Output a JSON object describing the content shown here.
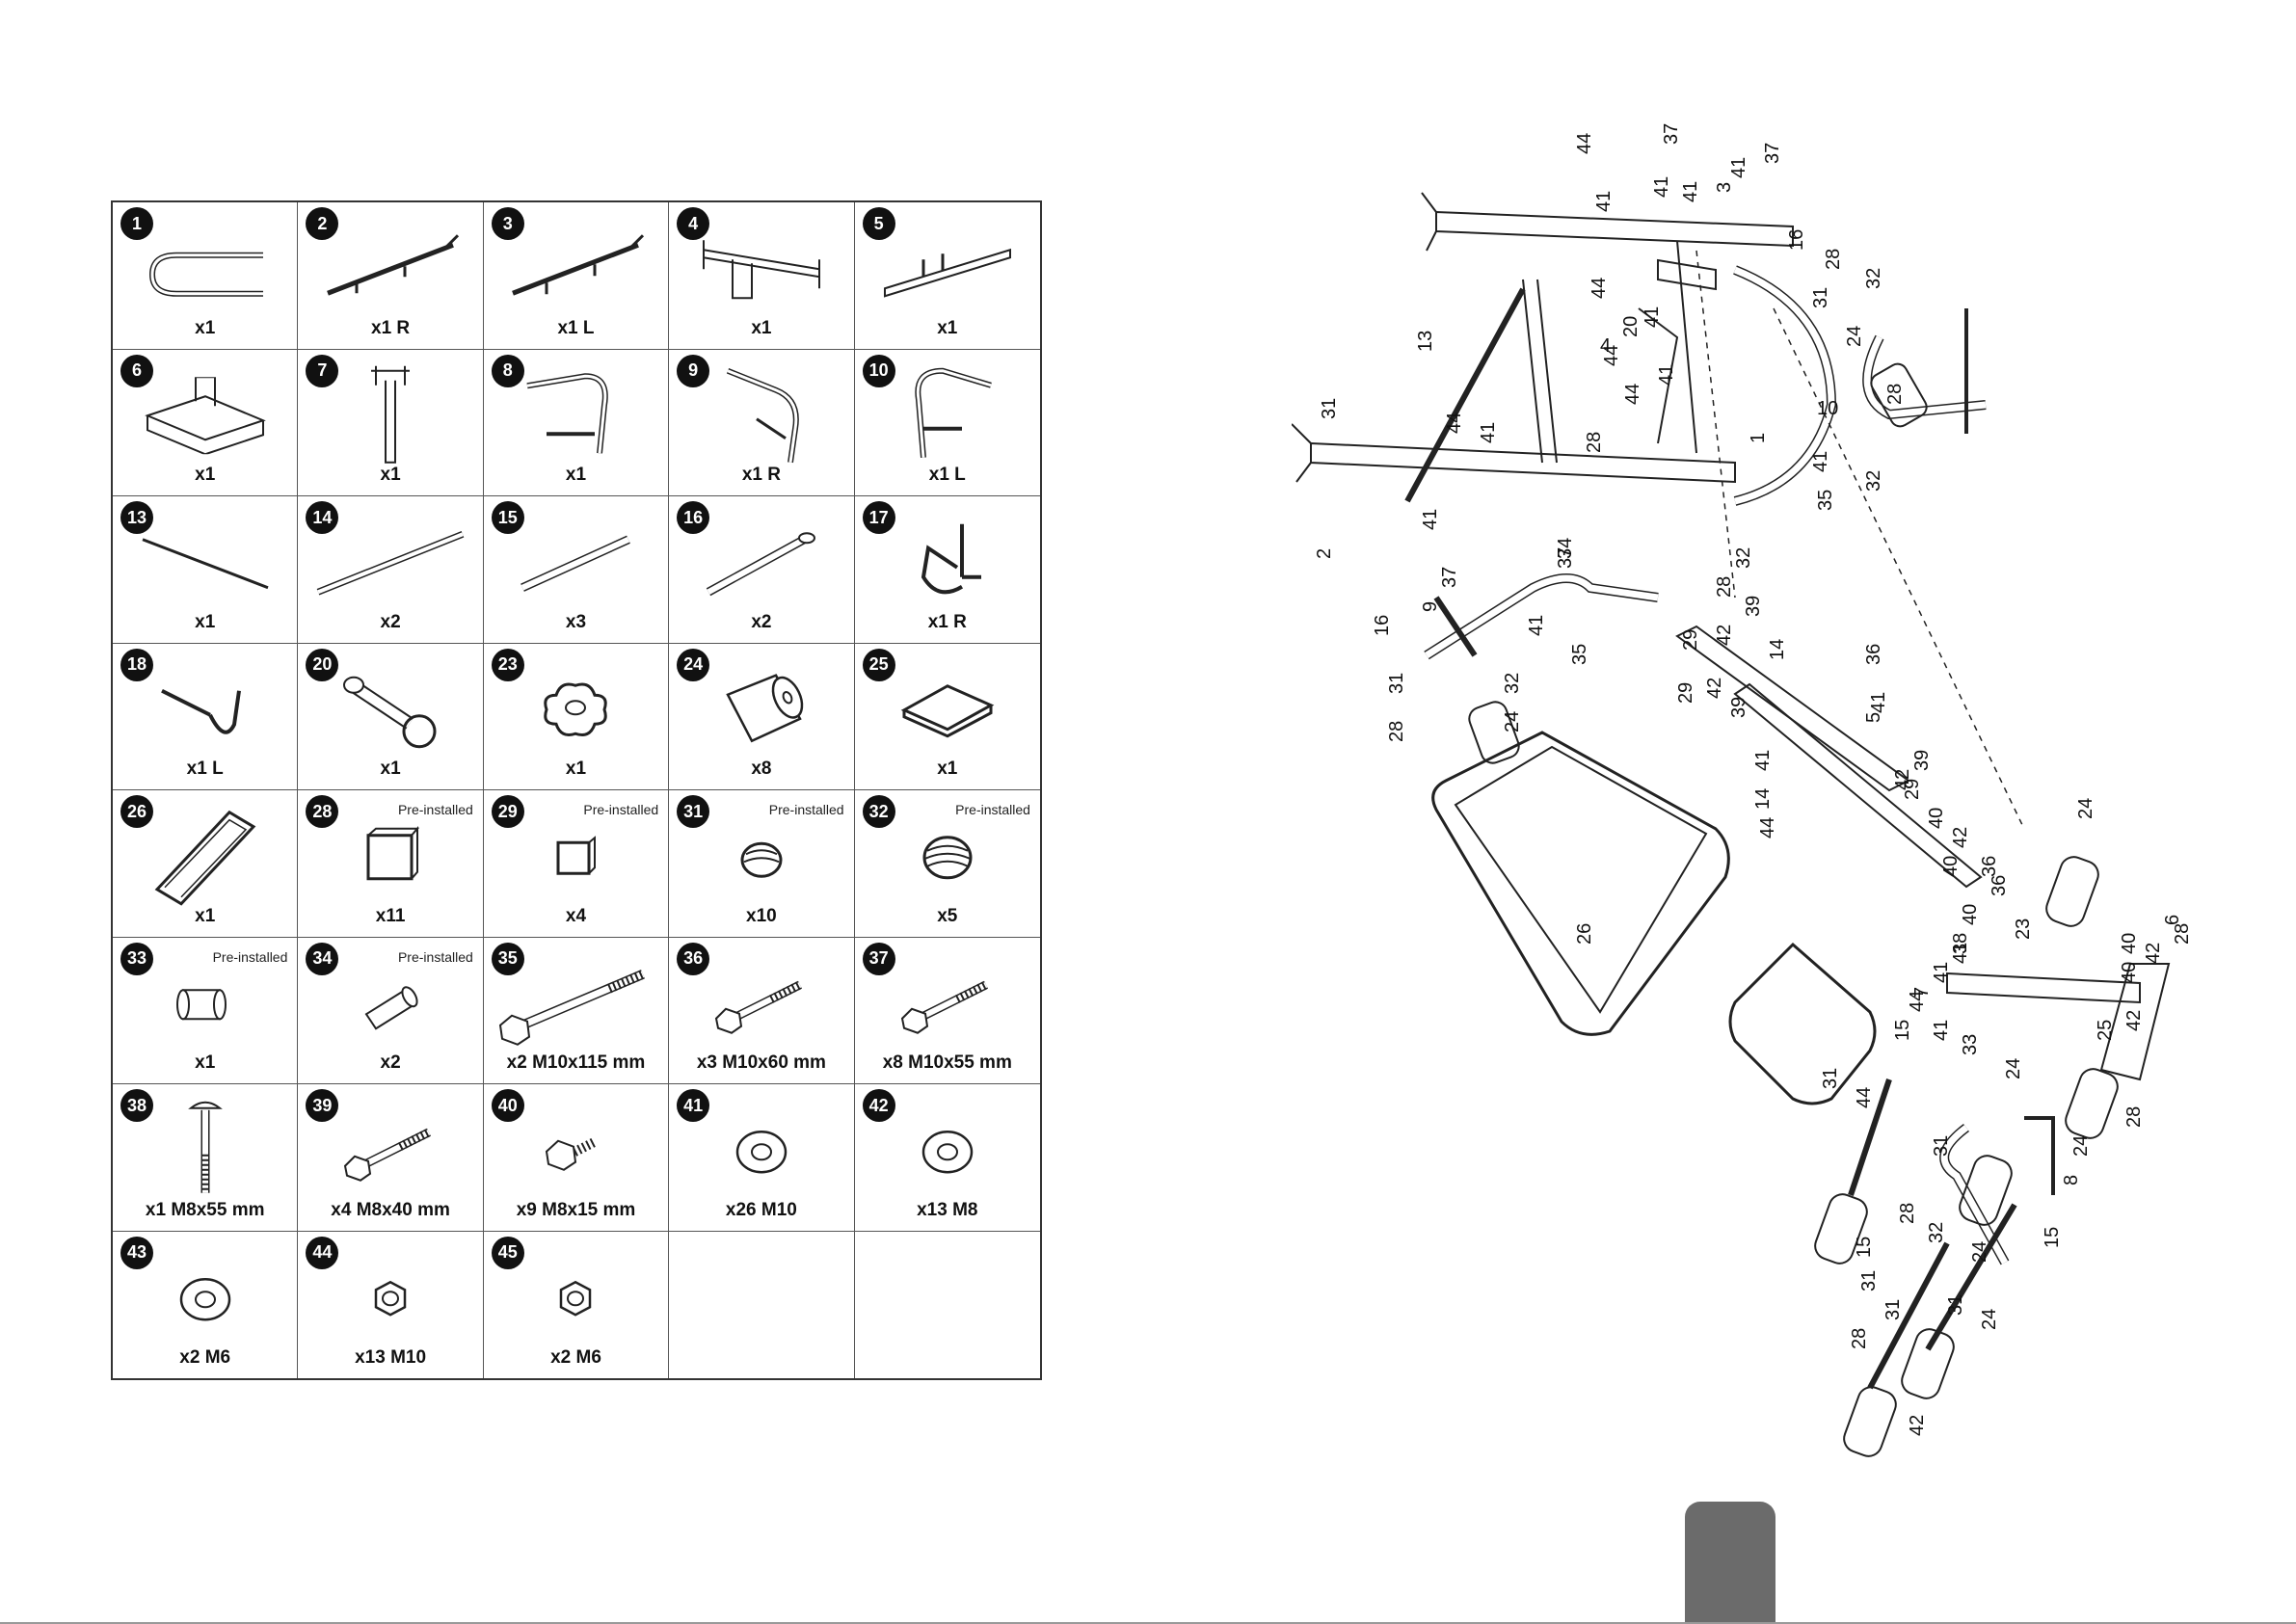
{
  "parts": [
    {
      "num": "1",
      "qty": "x1",
      "pre": "",
      "icon": "u-frame-icon"
    },
    {
      "num": "2",
      "qty": "x1 R",
      "pre": "",
      "icon": "right-rail-icon"
    },
    {
      "num": "3",
      "qty": "x1 L",
      "pre": "",
      "icon": "left-rail-icon"
    },
    {
      "num": "4",
      "qty": "x1",
      "pre": "",
      "icon": "crossbar-bracket-icon"
    },
    {
      "num": "5",
      "qty": "x1",
      "pre": "",
      "icon": "seat-rail-icon"
    },
    {
      "num": "6",
      "qty": "x1",
      "pre": "",
      "icon": "square-tube-icon"
    },
    {
      "num": "7",
      "qty": "x1",
      "pre": "",
      "icon": "post-icon"
    },
    {
      "num": "8",
      "qty": "x1",
      "pre": "",
      "icon": "leg-frame-icon"
    },
    {
      "num": "9",
      "qty": "x1 R",
      "pre": "",
      "icon": "curved-arm-right-icon"
    },
    {
      "num": "10",
      "qty": "x1 L",
      "pre": "",
      "icon": "curved-arm-left-icon"
    },
    {
      "num": "13",
      "qty": "x1",
      "pre": "",
      "icon": "thin-rod-icon"
    },
    {
      "num": "14",
      "qty": "x2",
      "pre": "",
      "icon": "long-tube-icon"
    },
    {
      "num": "15",
      "qty": "x3",
      "pre": "",
      "icon": "bar-icon"
    },
    {
      "num": "16",
      "qty": "x2",
      "pre": "",
      "icon": "axle-icon"
    },
    {
      "num": "17",
      "qty": "x1 R",
      "pre": "",
      "icon": "pop-pin-right-icon"
    },
    {
      "num": "18",
      "qty": "x1 L",
      "pre": "",
      "icon": "pop-pin-left-icon"
    },
    {
      "num": "20",
      "qty": "x1",
      "pre": "",
      "icon": "pin-with-ring-icon"
    },
    {
      "num": "23",
      "qty": "x1",
      "pre": "",
      "icon": "knob-icon"
    },
    {
      "num": "24",
      "qty": "x8",
      "pre": "",
      "icon": "foam-roller-icon"
    },
    {
      "num": "25",
      "qty": "x1",
      "pre": "",
      "icon": "seat-pad-icon"
    },
    {
      "num": "26",
      "qty": "x1",
      "pre": "",
      "icon": "back-pad-icon"
    },
    {
      "num": "28",
      "qty": "x11",
      "pre": "Pre-installed",
      "icon": "square-end-cap-icon"
    },
    {
      "num": "29",
      "qty": "x4",
      "pre": "Pre-installed",
      "icon": "small-end-cap-icon"
    },
    {
      "num": "31",
      "qty": "x10",
      "pre": "Pre-installed",
      "icon": "round-cap-icon"
    },
    {
      "num": "32",
      "qty": "x5",
      "pre": "Pre-installed",
      "icon": "large-round-cap-icon"
    },
    {
      "num": "33",
      "qty": "x1",
      "pre": "Pre-installed",
      "icon": "bushing-icon"
    },
    {
      "num": "34",
      "qty": "x2",
      "pre": "Pre-installed",
      "icon": "sleeve-icon"
    },
    {
      "num": "35",
      "qty": "x2 M10x115 mm",
      "pre": "",
      "icon": "long-bolt-icon"
    },
    {
      "num": "36",
      "qty": "x3 M10x60 mm",
      "pre": "",
      "icon": "bolt-icon"
    },
    {
      "num": "37",
      "qty": "x8 M10x55 mm",
      "pre": "",
      "icon": "bolt-icon"
    },
    {
      "num": "38",
      "qty": "x1 M8x55 mm",
      "pre": "",
      "icon": "carriage-bolt-icon"
    },
    {
      "num": "39",
      "qty": "x4 M8x40 mm",
      "pre": "",
      "icon": "bolt-icon"
    },
    {
      "num": "40",
      "qty": "x9 M8x15 mm",
      "pre": "",
      "icon": "short-bolt-icon"
    },
    {
      "num": "41",
      "qty": "x26 M10",
      "pre": "",
      "icon": "washer-icon"
    },
    {
      "num": "42",
      "qty": "x13 M8",
      "pre": "",
      "icon": "washer-icon"
    },
    {
      "num": "43",
      "qty": "x2 M6",
      "pre": "",
      "icon": "washer-icon"
    },
    {
      "num": "44",
      "qty": "x13 M10",
      "pre": "",
      "icon": "lock-nut-icon"
    },
    {
      "num": "45",
      "qty": "x2 M6",
      "pre": "",
      "icon": "lock-nut-icon"
    },
    {
      "num": "",
      "qty": "",
      "pre": "",
      "icon": ""
    },
    {
      "num": "",
      "qty": "",
      "pre": "",
      "icon": ""
    }
  ],
  "callouts": [
    "44",
    "37",
    "3",
    "41",
    "37",
    "41",
    "41",
    "41",
    "16",
    "28",
    "32",
    "31",
    "24",
    "10",
    "28",
    "41",
    "35",
    "32",
    "13",
    "44",
    "4",
    "20",
    "44",
    "41",
    "44",
    "28",
    "41",
    "1",
    "31",
    "2",
    "44",
    "41",
    "41",
    "37",
    "34",
    "37",
    "32",
    "28",
    "9",
    "16",
    "31",
    "28",
    "24",
    "32",
    "41",
    "35",
    "42",
    "39",
    "29",
    "14",
    "36",
    "41",
    "5",
    "29",
    "42",
    "39",
    "26",
    "14",
    "41",
    "44",
    "42",
    "39",
    "29",
    "40",
    "42",
    "40",
    "36",
    "24",
    "36",
    "23",
    "41",
    "38",
    "40",
    "44",
    "41",
    "7",
    "40",
    "42",
    "40",
    "28",
    "6",
    "42",
    "25",
    "31",
    "15",
    "44",
    "41",
    "33",
    "24",
    "28",
    "24",
    "8",
    "31",
    "28",
    "15",
    "32",
    "31",
    "24",
    "15",
    "31",
    "31",
    "24",
    "28",
    "42"
  ]
}
